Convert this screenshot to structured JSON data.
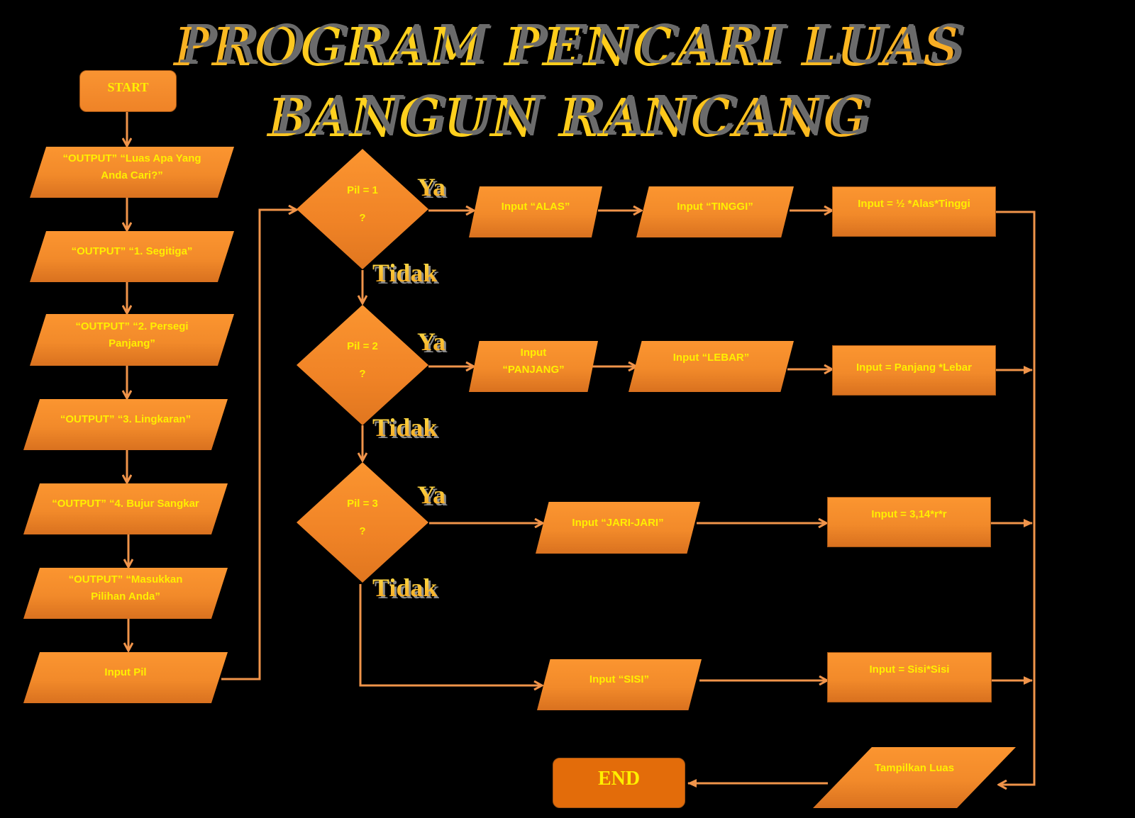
{
  "title": {
    "line1": "PROGRAM PENCARI LUAS",
    "line2": "BANGUN RANCANG"
  },
  "colors": {
    "background": "#000000",
    "shape_fill": "#f28a2a",
    "shape_text": "#ffef00",
    "connector": "#f0944a",
    "end_fill": "#e36c0a",
    "label_shadow": "#8c8c8c"
  },
  "left_column": {
    "start": "START",
    "steps": [
      {
        "line1": "“OUTPUT” “Luas Apa Yang",
        "line2": "Anda Cari?”"
      },
      {
        "line1": "“OUTPUT” “1. Segitiga”",
        "line2": ""
      },
      {
        "line1": "“OUTPUT” “2. Persegi",
        "line2": "Panjang”"
      },
      {
        "line1": "“OUTPUT” “3. Lingkaran”",
        "line2": ""
      },
      {
        "line1": "“OUTPUT” “4. Bujur Sangkar",
        "line2": ""
      },
      {
        "line1": "“OUTPUT” “Masukkan",
        "line2": "Pilihan Anda”"
      },
      {
        "line1": "Input Pil",
        "line2": ""
      }
    ]
  },
  "decisions": [
    {
      "condition": "Pil = 1",
      "question": "?",
      "yes_label": "Ya",
      "no_label": "Tidak"
    },
    {
      "condition": "Pil = 2",
      "question": "?",
      "yes_label": "Ya",
      "no_label": "Tidak"
    },
    {
      "condition": "Pil = 3",
      "question": "?",
      "yes_label": "Ya",
      "no_label": "Tidak"
    }
  ],
  "branches": {
    "segitiga": {
      "input1": "Input “ALAS”",
      "input2": "Input “TINGGI”",
      "process": "Input = ½ *Alas*Tinggi"
    },
    "persegi_panjang": {
      "input1_line1": "Input",
      "input1_line2": "“PANJANG”",
      "input2": "Input “LEBAR”",
      "process": "Input = Panjang *Lebar"
    },
    "lingkaran": {
      "input1": "Input “JARI-JARI”",
      "process": "Input = 3,14*r*r"
    },
    "bujur_sangkar": {
      "input1": "Input “SISI”",
      "process": "Input = Sisi*Sisi"
    }
  },
  "output": {
    "display": "Tampilkan Luas",
    "end": "END"
  }
}
